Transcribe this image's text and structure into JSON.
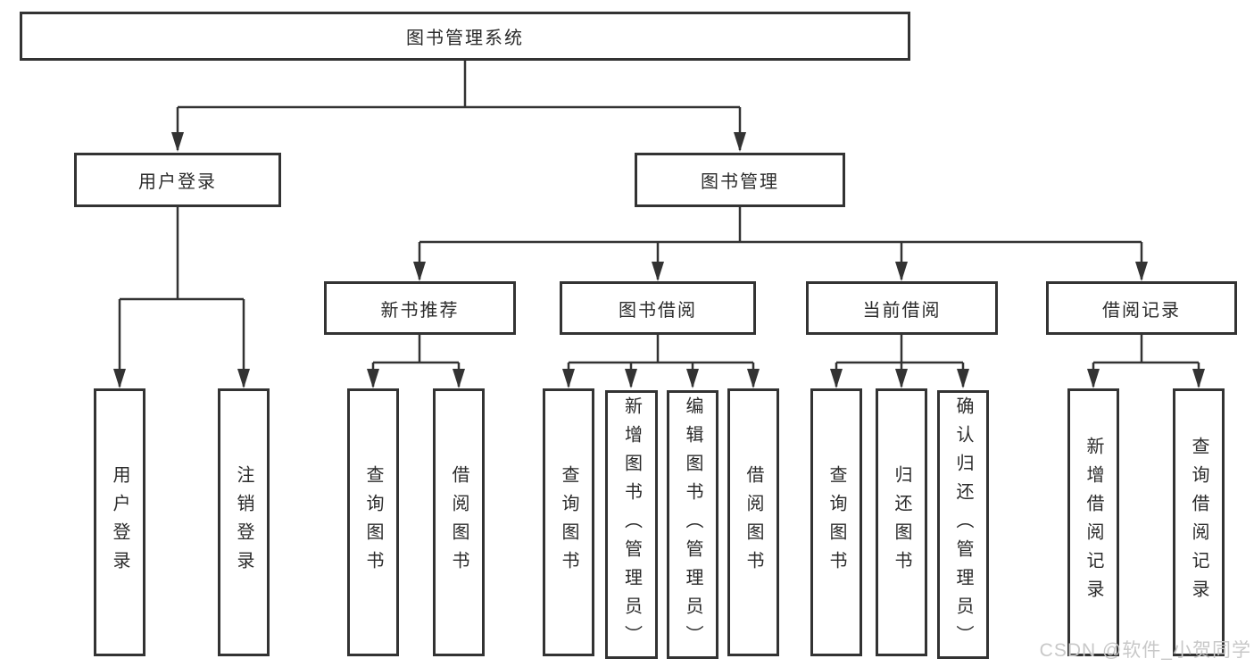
{
  "colors": {
    "line": "#333333",
    "text": "#2b2b2b",
    "watermark": "#c8c8c8",
    "background": "#ffffff"
  },
  "watermark": {
    "text": "CSDN @软件_小贺同学"
  },
  "tree": {
    "label": "图书管理系统",
    "children": [
      {
        "label": "用户登录",
        "children": [
          {
            "label": "用户登录"
          },
          {
            "label": "注销登录"
          }
        ]
      },
      {
        "label": "图书管理",
        "children": [
          {
            "label": "新书推荐",
            "children": [
              {
                "label": "查询图书"
              },
              {
                "label": "借阅图书"
              }
            ]
          },
          {
            "label": "图书借阅",
            "children": [
              {
                "label": "查询图书"
              },
              {
                "label": "新增图书（管理员）"
              },
              {
                "label": "编辑图书（管理员）"
              },
              {
                "label": "借阅图书"
              }
            ]
          },
          {
            "label": "当前借阅",
            "children": [
              {
                "label": "查询图书"
              },
              {
                "label": "归还图书"
              },
              {
                "label": "确认归还（管理员）"
              }
            ]
          },
          {
            "label": "借阅记录",
            "children": [
              {
                "label": "新增借阅记录"
              },
              {
                "label": "查询借阅记录"
              }
            ]
          }
        ]
      }
    ]
  }
}
